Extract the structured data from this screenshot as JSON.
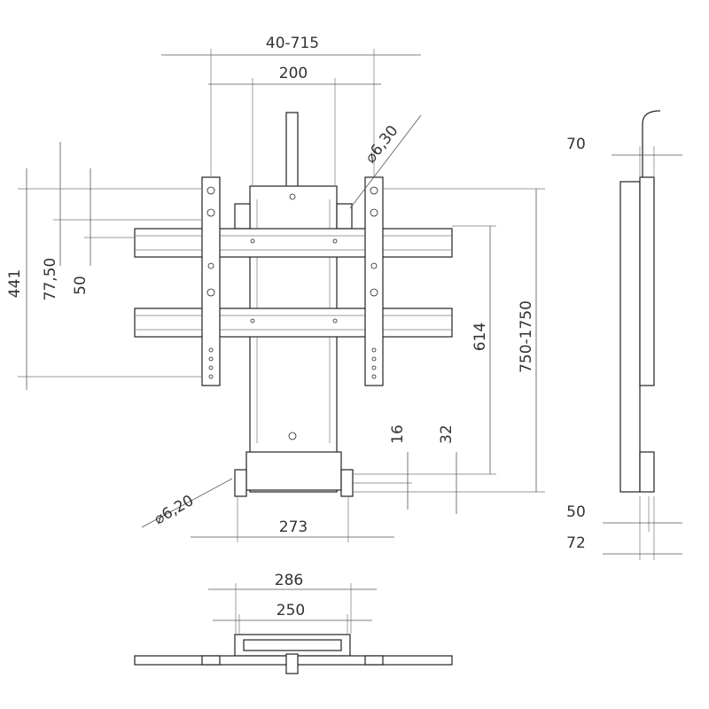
{
  "front_view": {
    "dim_width_range": "40-715",
    "dim_column_width": "200",
    "dim_hole_top": "⌀6,30",
    "dim_441": "441",
    "dim_77_50": "77,50",
    "dim_50": "50",
    "dim_614": "614",
    "dim_height_range": "750-1750",
    "dim_16": "16",
    "dim_32": "32",
    "dim_hole_bottom": "⌀6,20",
    "dim_273": "273"
  },
  "side_view": {
    "dim_70": "70",
    "dim_50": "50",
    "dim_72": "72"
  },
  "bottom_view": {
    "dim_286": "286",
    "dim_250": "250"
  }
}
